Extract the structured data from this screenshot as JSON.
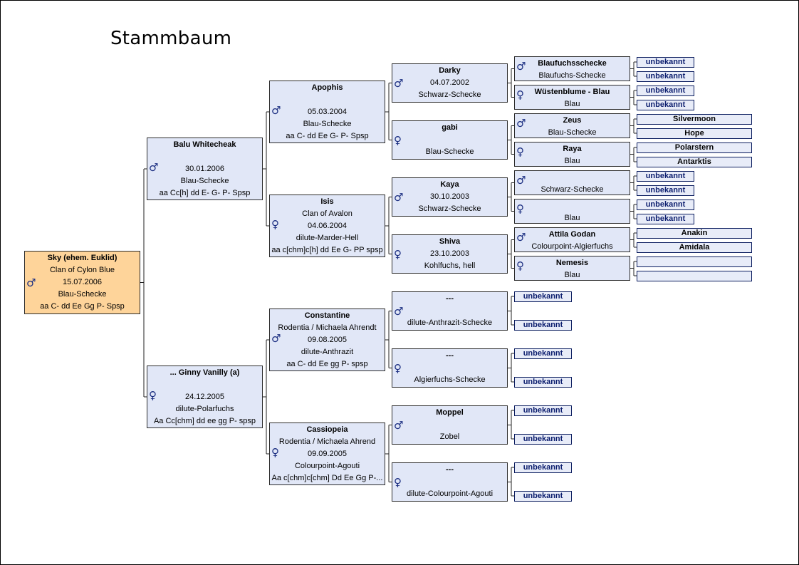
{
  "title": "Stammbaum",
  "root": {
    "name": "Sky (ehem. Euklid)",
    "lines": [
      "Clan of Cylon Blue",
      "15.07.2006",
      "Blau-Schecke",
      "aa C- dd Ee Gg P- Spsp"
    ],
    "sex": "m"
  },
  "g1": [
    {
      "name": "Balu Whitecheak",
      "lines": [
        "",
        "30.01.2006",
        "Blau-Schecke",
        "aa Cc[h] dd E- G- P- Spsp"
      ],
      "sex": "m"
    },
    {
      "name": "... Ginny Vanilly (a)",
      "lines": [
        "",
        "24.12.2005",
        "dilute-Polarfuchs",
        "Aa Cc[chm] dd ee gg P- spsp"
      ],
      "sex": "f"
    }
  ],
  "g2": [
    {
      "name": "Apophis",
      "lines": [
        "",
        "05.03.2004",
        "Blau-Schecke",
        "aa C- dd Ee G- P- Spsp"
      ],
      "sex": "m"
    },
    {
      "name": "Isis",
      "lines": [
        "Clan of Avalon",
        "04.06.2004",
        "dilute-Marder-Hell",
        "aa c[chm]c[h] dd Ee G- PP spsp"
      ],
      "sex": "f"
    },
    {
      "name": "Constantine",
      "lines": [
        "Rodentia / Michaela Ahrendt",
        "09.08.2005",
        "dilute-Anthrazit",
        "aa C- dd Ee gg P- spsp"
      ],
      "sex": "m"
    },
    {
      "name": "Cassiopeia",
      "lines": [
        "Rodentia / Michaela Ahrend",
        "09.09.2005",
        "Colourpoint-Agouti",
        "Aa c[chm]c[chm] Dd Ee Gg P-..."
      ],
      "sex": "f"
    }
  ],
  "g3": [
    {
      "name": "Darky",
      "lines": [
        "04.07.2002",
        "Schwarz-Schecke"
      ],
      "sex": "m"
    },
    {
      "name": "gabi",
      "lines": [
        "",
        "Blau-Schecke"
      ],
      "sex": "f"
    },
    {
      "name": "Kaya",
      "lines": [
        "30.10.2003",
        "Schwarz-Schecke"
      ],
      "sex": "m"
    },
    {
      "name": "Shiva",
      "lines": [
        "23.10.2003",
        "Kohlfuchs, hell"
      ],
      "sex": "f"
    },
    {
      "name": "---",
      "lines": [
        "",
        "dilute-Anthrazit-Schecke"
      ],
      "sex": "m"
    },
    {
      "name": "---",
      "lines": [
        "",
        "Algierfuchs-Schecke"
      ],
      "sex": "f"
    },
    {
      "name": "Moppel",
      "lines": [
        "",
        "Zobel"
      ],
      "sex": "m"
    },
    {
      "name": "---",
      "lines": [
        "",
        "dilute-Colourpoint-Agouti"
      ],
      "sex": "f"
    }
  ],
  "g4": [
    {
      "name": "Blaufuchsschecke",
      "lines": [
        "Blaufuchs-Schecke"
      ],
      "sex": "m"
    },
    {
      "name": "Wüstenblume - Blau",
      "lines": [
        "Blau"
      ],
      "sex": "f"
    },
    {
      "name": "Zeus",
      "lines": [
        "Blau-Schecke"
      ],
      "sex": "m"
    },
    {
      "name": "Raya",
      "lines": [
        "Blau"
      ],
      "sex": "f"
    },
    {
      "name": "",
      "lines": [
        "Schwarz-Schecke"
      ],
      "sex": "m"
    },
    {
      "name": "",
      "lines": [
        "Blau"
      ],
      "sex": "f"
    },
    {
      "name": "Attila Godan",
      "lines": [
        "Colourpoint-Algierfuchs"
      ],
      "sex": "m"
    },
    {
      "name": "Nemesis",
      "lines": [
        "Blau"
      ],
      "sex": "f"
    }
  ],
  "g5": [
    "unbekannt",
    "unbekannt",
    "unbekannt",
    "unbekannt",
    "Silvermoon",
    "Hope",
    "Polarstern",
    "Antarktis",
    "unbekannt",
    "unbekannt",
    "unbekannt",
    "unbekannt",
    "Anakin",
    "Amidala",
    "",
    ""
  ],
  "g4short": [
    "unbekannt",
    "unbekannt",
    "unbekannt",
    "unbekannt",
    "unbekannt",
    "unbekannt",
    "unbekannt",
    "unbekannt"
  ],
  "symbols": {
    "m": "♂",
    "f": "♀"
  },
  "colors": {
    "box": "#e1e7f7",
    "root": "#fed49a",
    "symbol": "#1c2f82",
    "unknown_text": "#0b1d6e"
  }
}
